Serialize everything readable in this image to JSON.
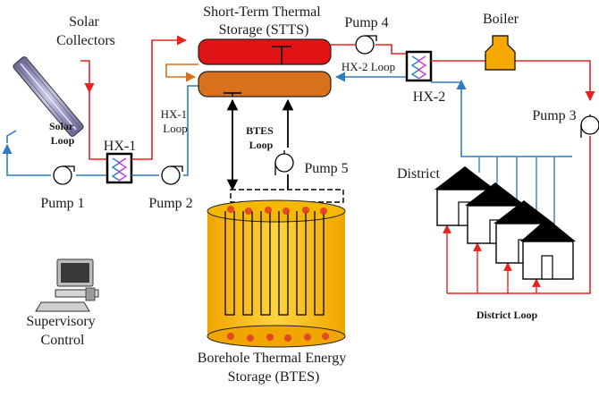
{
  "labels": {
    "solar_collectors": [
      "Solar",
      "Collectors"
    ],
    "stts": [
      "Short-Term Thermal",
      "Storage (STTS)"
    ],
    "pump4": "Pump 4",
    "boiler": "Boiler",
    "hx2_loop": "HX-2 Loop",
    "hx2": "HX-2",
    "pump3": "Pump 3",
    "hx1_loop": [
      "HX-1",
      "Loop"
    ],
    "hx1": "HX-1",
    "solar_loop": [
      "Solar",
      "Loop"
    ],
    "btes_loop": [
      "BTES",
      "Loop"
    ],
    "pump5": "Pump 5",
    "district": "District",
    "pump1": "Pump 1",
    "pump2": "Pump 2",
    "supervisory": [
      "Supervisory",
      "Control"
    ],
    "btes": [
      "Borehole Thermal Energy",
      "Storage (BTES)"
    ],
    "district_loop": "District Loop"
  },
  "colors": {
    "hot_pipe": "#e8231f",
    "cold_pipe": "#2e7dc4",
    "stts_top": "#e01414",
    "stts_bottom": "#d7711c",
    "btes_fill": "#f5b800",
    "boiler_fill": "#f5a800",
    "house_roof": "#000000",
    "return_arrow_orange": "#d7711c"
  }
}
